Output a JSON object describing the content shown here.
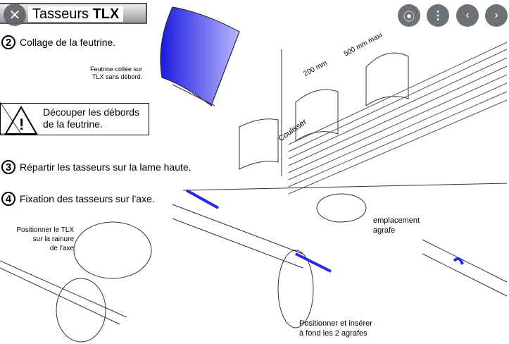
{
  "viewer": {
    "close_icon": "close-icon",
    "lens_icon": "lens-icon",
    "menu_icon": "more-vert-icon",
    "prev_icon": "chevron-left-icon",
    "next_icon": "chevron-right-icon"
  },
  "image": {
    "title_prefix": "Tasseurs ",
    "title_bold": "TLX",
    "steps": [
      {
        "num": "2",
        "text": "Collage de la feutrine."
      },
      {
        "num": "3",
        "text": "Répartir les tasseurs sur la lame haute."
      },
      {
        "num": "4",
        "text": "Fixation des tasseurs sur l'axe."
      }
    ],
    "note_feutrine": [
      "Feutrine collée sur",
      "TLX sans débord."
    ],
    "warning": [
      "Découper les débords",
      "de la feutrine."
    ],
    "dim_200": "200 mm",
    "dim_500": "500 mm maxi",
    "coulisser": "Coulisser",
    "note_position": [
      "Positionner le TLX",
      "sur la rainure",
      "de l'axe"
    ],
    "note_emplacement": [
      "emplacement",
      "agrafe"
    ],
    "note_inserer": [
      "Positionner et insérer",
      "à fond les 2 agrafes"
    ]
  },
  "colors": {
    "blue": "#2a2ae6",
    "control": "#5f6368"
  }
}
